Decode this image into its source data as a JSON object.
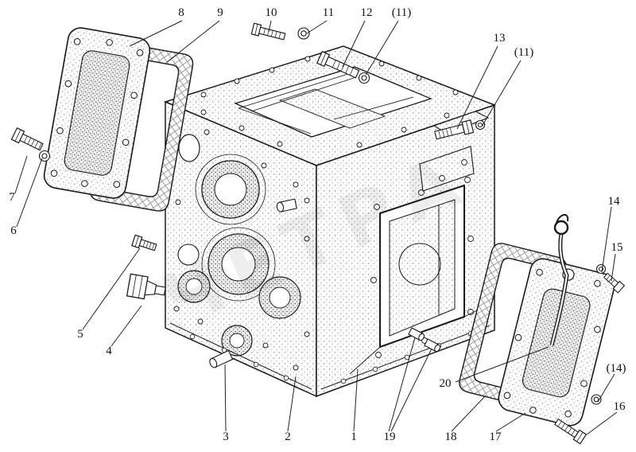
{
  "watermark": "ЧЕТРА",
  "callouts": {
    "k8": "8",
    "k9": "9",
    "k10": "10",
    "k11a": "11",
    "k12": "12",
    "k11b": "(11)",
    "k13": "13",
    "k11c": "(11)",
    "k7": "7",
    "k6": "6",
    "k5": "5",
    "k4": "4",
    "k3": "3",
    "k2": "2",
    "k1": "1",
    "k19": "19",
    "k18": "18",
    "k17": "17",
    "k20": "20",
    "k14a": "14",
    "k15": "15",
    "k14b": "(14)",
    "k16": "16"
  }
}
